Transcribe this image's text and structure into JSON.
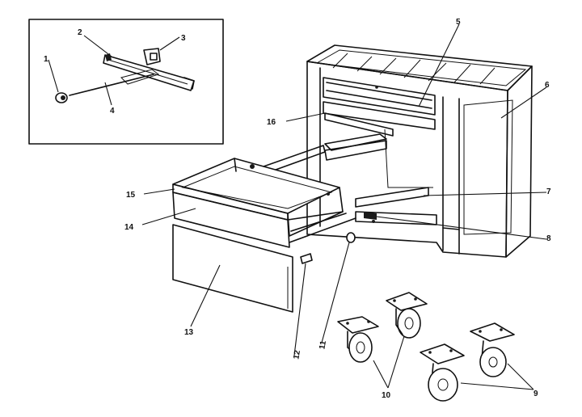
{
  "diagram": {
    "part_labels": {
      "p1": "1",
      "p2": "2",
      "p3": "3",
      "p4": "4",
      "p5": "5",
      "p6": "6",
      "p7": "7",
      "p8": "8",
      "p9": "9",
      "p10": "10",
      "p11": "11",
      "p12": "12",
      "p13": "13",
      "p14": "14",
      "p15": "15",
      "p16": "16"
    },
    "colors": {
      "ink": "#111111",
      "paper": "#ffffff"
    }
  }
}
